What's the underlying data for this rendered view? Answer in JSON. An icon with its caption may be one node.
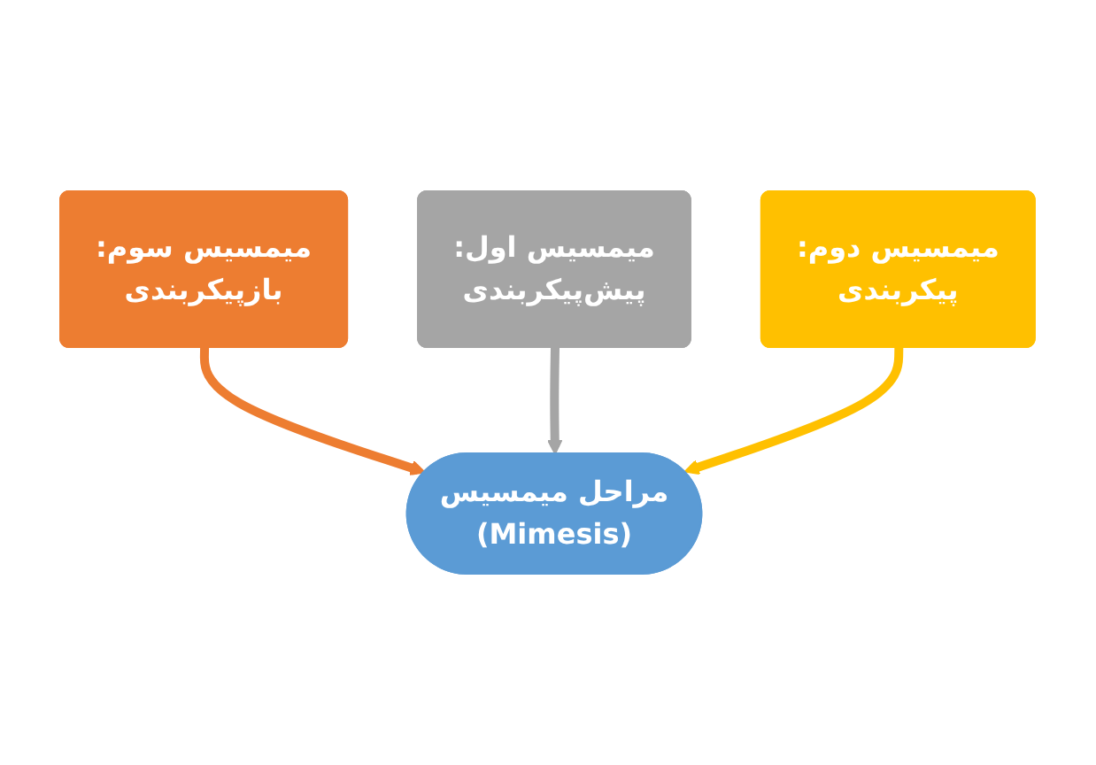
{
  "diagram": {
    "nodes": [
      {
        "text": [
          "میمسیس سوم:",
          "بازپیکربندی"
        ]
      },
      {
        "text": [
          "میمسیس اول:",
          "پیش‌پیکربندی"
        ]
      },
      {
        "text": [
          "میمسیس دوم:",
          "پیکربندی"
        ]
      },
      {
        "text": [
          "مراحل میمسیس",
          "(Mimesis)"
        ]
      }
    ],
    "edges": [
      {
        "from": 0,
        "to": 3,
        "arrow": "to",
        "color": "#ed7d31"
      },
      {
        "from": 1,
        "to": 3,
        "arrow": "to",
        "color": "#a5a5a5"
      },
      {
        "from": 2,
        "to": 3,
        "arrow": "to",
        "color": "#ffc000"
      }
    ]
  }
}
